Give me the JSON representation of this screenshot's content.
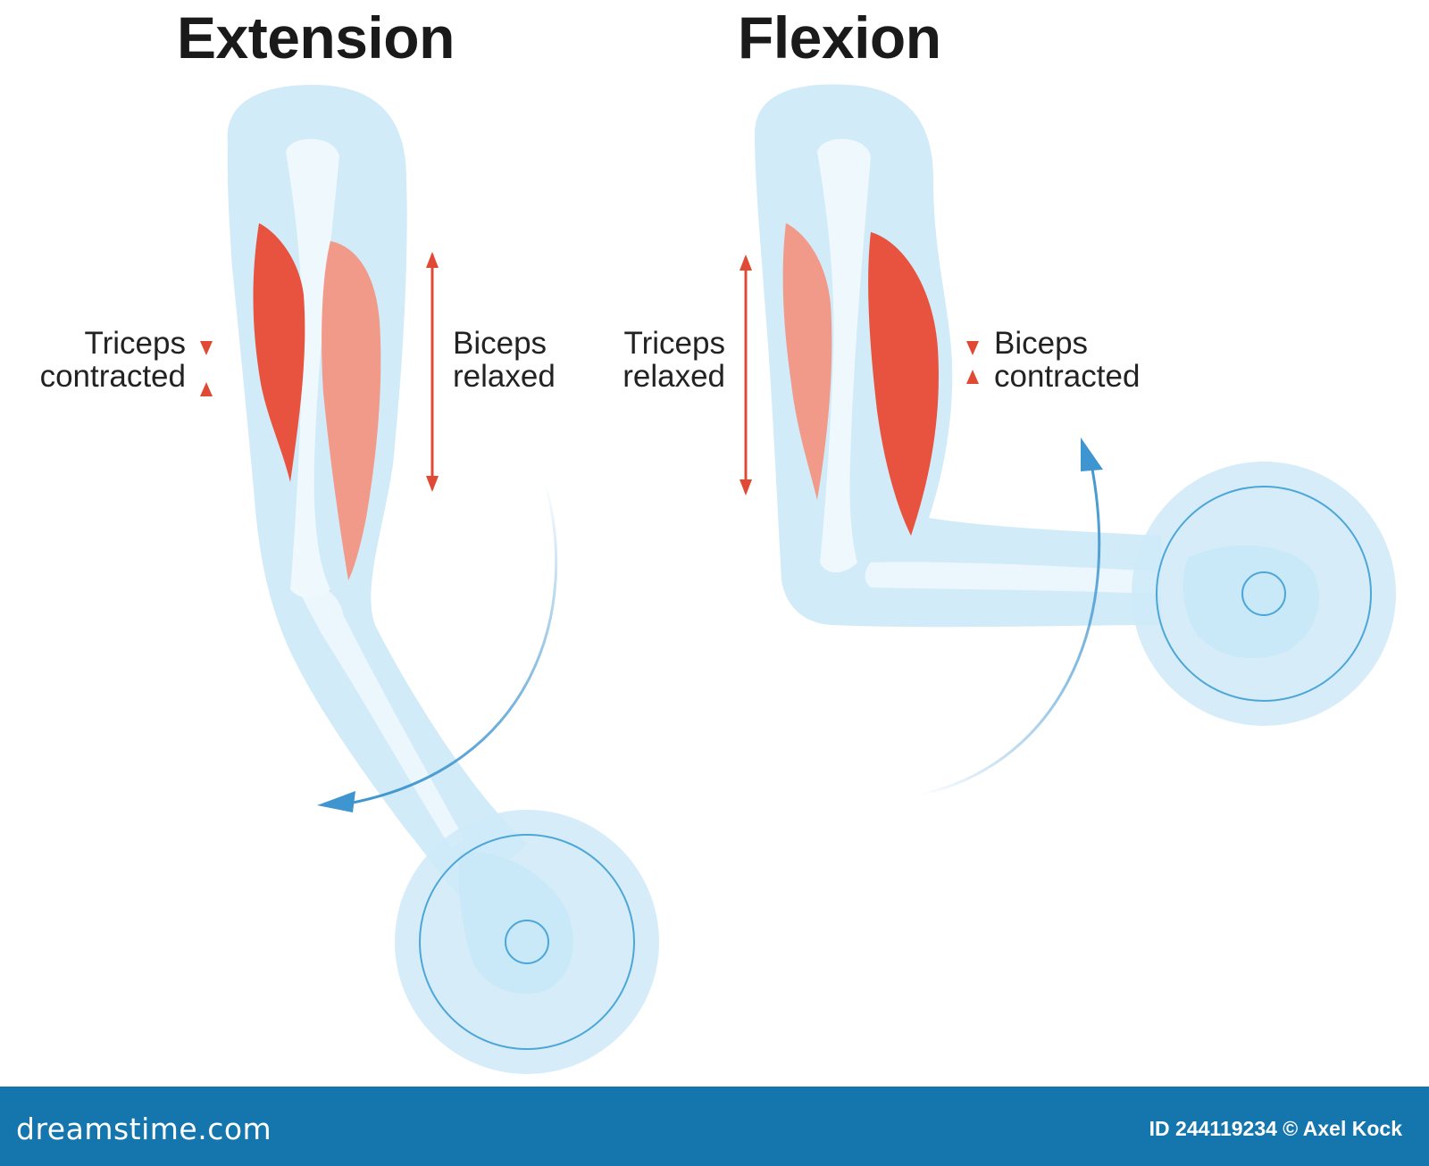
{
  "titles": {
    "extension": "Extension",
    "flexion": "Flexion"
  },
  "labels": {
    "extension_triceps": [
      "Triceps",
      "contracted"
    ],
    "extension_biceps": [
      "Biceps",
      "relaxed"
    ],
    "flexion_triceps": [
      "Triceps",
      "relaxed"
    ],
    "flexion_biceps": [
      "Biceps",
      "contracted"
    ]
  },
  "footer": {
    "brand": "dreamstime.com",
    "credit": "ID 244119234 © Axel Kock"
  },
  "colors": {
    "skin": "#cfeaf8",
    "bone": "#eef8fd",
    "contracted_muscle": "#e8533f",
    "relaxed_muscle": "#f29a8a",
    "arrow_red": "#e04a35",
    "arrow_blue": "#3f95cf",
    "footer": "#1476ac"
  }
}
